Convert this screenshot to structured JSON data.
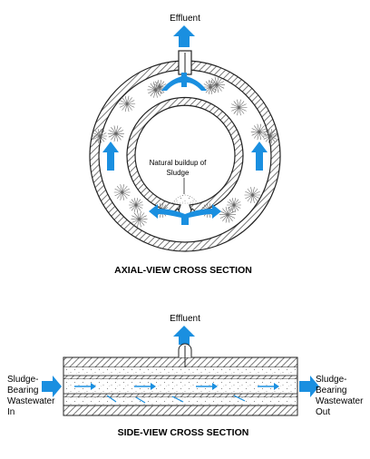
{
  "axial": {
    "effluent_label": "Effluent",
    "buildup_label_line1": "Natural buildup of",
    "buildup_label_line2": "Sludge",
    "caption": "AXIAL-VIEW CROSS SECTION"
  },
  "side": {
    "effluent_label": "Effluent",
    "inlet_label": [
      "Sludge-",
      "Bearing",
      "Wastewater",
      "In"
    ],
    "outlet_label": [
      "Sludge-",
      "Bearing",
      "Wastewater",
      "Out"
    ],
    "caption": "SIDE-VIEW CROSS SECTION"
  },
  "colors": {
    "arrow": "#1a8fe0",
    "hatch": "#555555",
    "line": "#222222"
  }
}
